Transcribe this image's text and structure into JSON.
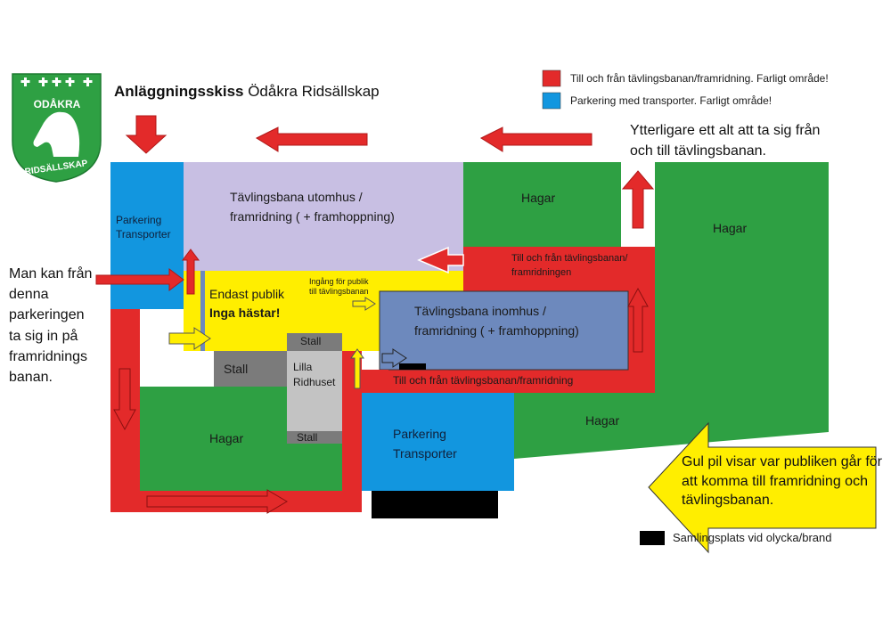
{
  "header": {
    "title_bold": "Anläggningsskiss",
    "title_rest": " Ödåkra Ridsällskap"
  },
  "logo": {
    "top_text": "ODÅKRA",
    "bottom_text": "RIDSÄLLSKAP",
    "icon": "horse-head-shield-icon",
    "color": "#2ea043"
  },
  "legend": {
    "items": [
      {
        "color": "#e32a2a",
        "label": "Till och från tävlingsbanan/framridning. Farligt område!"
      },
      {
        "color": "#1296df",
        "label": "Parkering med transporter. Farligt område!"
      },
      {
        "color": "#000000",
        "label": "Samlingsplats vid olycka/brand"
      }
    ]
  },
  "colors": {
    "red": "#e32a2a",
    "blue": "#1296df",
    "green": "#2ea043",
    "lavender": "#c8bfe3",
    "yellow": "#ffee00",
    "slate": "#6d89bd",
    "gray": "#7b7b7b",
    "light_gray": "#c3c3c3"
  },
  "areas": {
    "parking_top": [
      "Parkering",
      "Transporter"
    ],
    "outdoor_arena": [
      "Tävlingsbana utomhus /",
      "framridning  ( + framhoppning)"
    ],
    "hagar_top": "Hagar",
    "hagar_right": "Hagar",
    "hagar_lower_right": "Hagar",
    "hagar_left": "Hagar",
    "red_lane_top": [
      "Till och från tävlingsbanan/",
      "framridningen"
    ],
    "public_only": "Endast publik",
    "no_horses": "Inga hästar!",
    "public_entrance": [
      "Ingång för publik",
      "till tävlingsbanan"
    ],
    "indoor_arena": [
      "Tävlingsbana inomhus /",
      "framridning  ( + framhoppning)"
    ],
    "red_lane_bottom": "Till och från tävlingsbanan/framridning",
    "stall_a": "Stall",
    "stall_b": "Stall",
    "stall_c": "Stall",
    "small_hall": [
      "Lilla",
      "Ridhuset"
    ],
    "parking_bottom": [
      "Parkering",
      "Transporter"
    ]
  },
  "notes": {
    "left": "Man kan från denna parkeringen ta sig in på framridnings banan.",
    "top_right": "Ytterligare ett alt att ta sig från och till tävlingsbanan.",
    "yellow_arrow": "Gul pil visar var publiken går för att komma till framridning och tävlingsbanan."
  }
}
